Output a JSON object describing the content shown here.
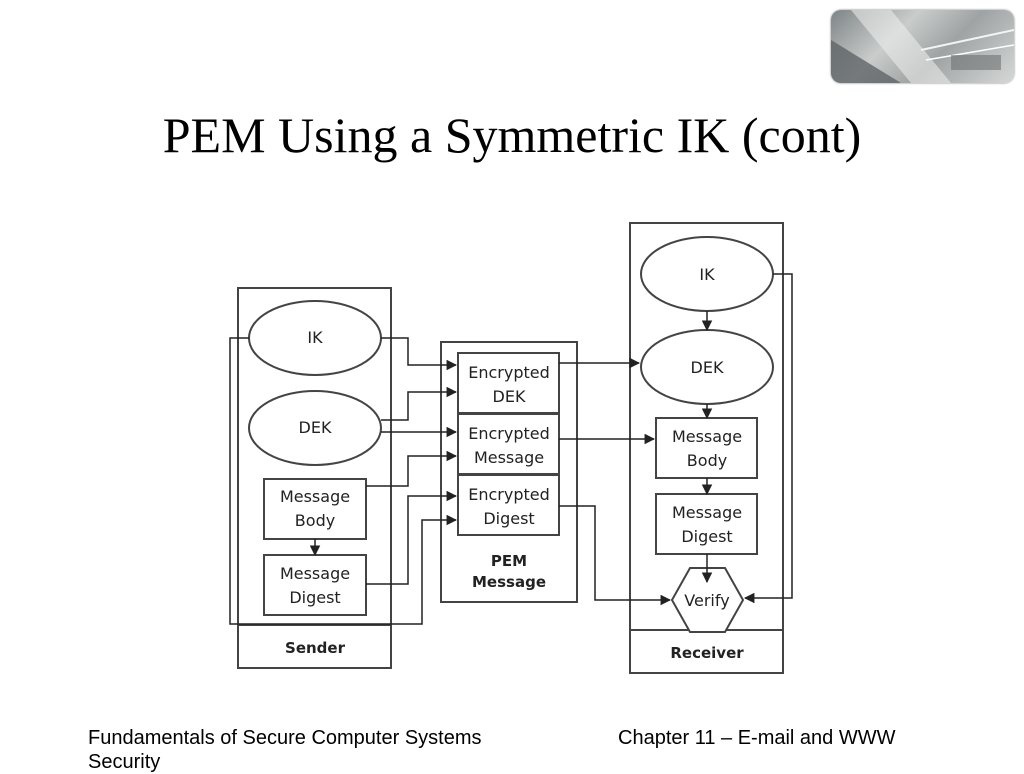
{
  "slide": {
    "title": "PEM Using a Symmetric IK (cont)",
    "footer_left": "Fundamentals of Secure Computer Systems Security",
    "footer_right": "Chapter 11 – E-mail and WWW"
  },
  "diagram": {
    "sender": {
      "label": "Sender",
      "ik": "IK",
      "dek": "DEK",
      "body_line1": "Message",
      "body_line2": "Body",
      "digest_line1": "Message",
      "digest_line2": "Digest"
    },
    "pem": {
      "label_line1": "PEM",
      "label_line2": "Message",
      "enc_dek_line1": "Encrypted",
      "enc_dek_line2": "DEK",
      "enc_msg_line1": "Encrypted",
      "enc_msg_line2": "Message",
      "enc_dig_line1": "Encrypted",
      "enc_dig_line2": "Digest"
    },
    "receiver": {
      "label": "Receiver",
      "ik": "IK",
      "dek": "DEK",
      "body_line1": "Message",
      "body_line2": "Body",
      "digest_line1": "Message",
      "digest_line2": "Digest",
      "verify": "Verify"
    }
  }
}
